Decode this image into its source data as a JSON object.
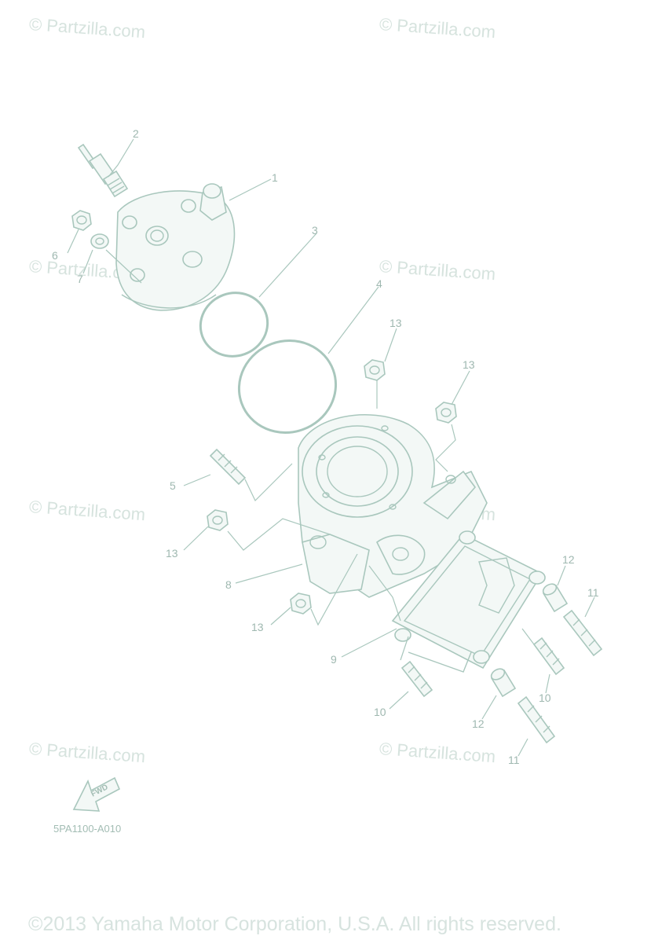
{
  "watermark_text": "© Partzilla.com",
  "diagram_code": "5PA1100-A010",
  "fwd_label": "FWD",
  "copyright": "©2013 Yamaha Motor Corporation, U.S.A. All rights reserved.",
  "callouts": {
    "c1": "1",
    "c2": "2",
    "c3": "3",
    "c4": "4",
    "c5": "5",
    "c6": "6",
    "c7": "7",
    "c8": "8",
    "c9": "9",
    "c10a": "10",
    "c10b": "10",
    "c11a": "11",
    "c11b": "11",
    "c12a": "12",
    "c12b": "12",
    "c13a": "13",
    "c13b": "13",
    "c13c": "13",
    "c13d": "13"
  },
  "colors": {
    "line": "#a9c7bd",
    "label": "#9fb8b0",
    "watermark": "#d6e3de"
  }
}
